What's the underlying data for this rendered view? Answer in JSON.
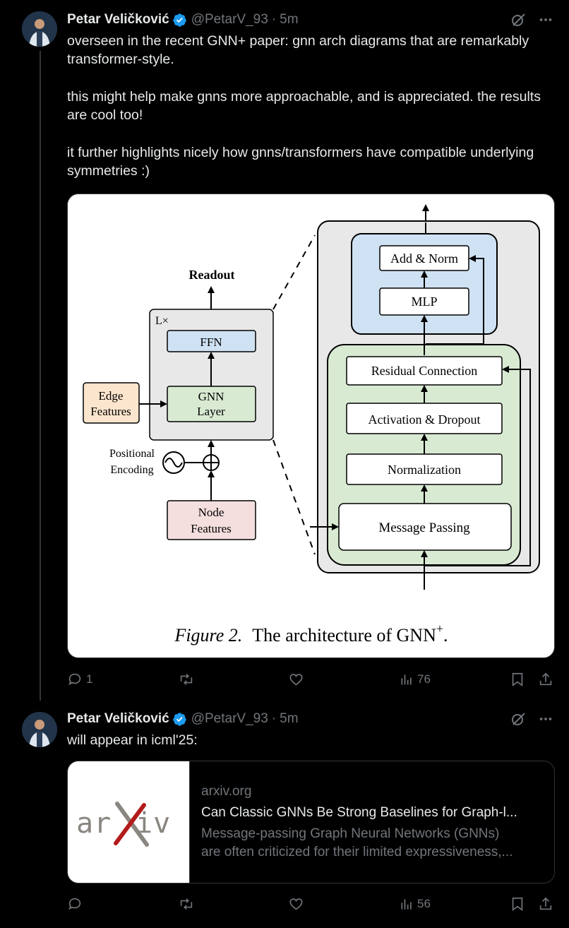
{
  "tweets": [
    {
      "author": {
        "name": "Petar Veličković",
        "handle": "@PetarV_93",
        "time": "5m"
      },
      "text": [
        "overseen in the recent GNN+ paper: gnn arch diagrams that are remarkably transformer-style.",
        "this might help make gnns more approachable, and is appreciated. the results are cool too!",
        "it further highlights nicely how gnns/transformers have compatible underlying symmetries :)"
      ],
      "figure": {
        "readout": "Readout",
        "loop_label": "L×",
        "ffn": "FFN",
        "gnn_layer": [
          "GNN",
          "Layer"
        ],
        "edge_features": [
          "Edge",
          "Features"
        ],
        "positional_encoding": [
          "Positional",
          "Encoding"
        ],
        "node_features": [
          "Node",
          "Features"
        ],
        "add_norm": "Add & Norm",
        "mlp": "MLP",
        "residual": "Residual Connection",
        "activation": "Activation & Dropout",
        "normalization": "Normalization",
        "message_passing": "Message Passing",
        "caption_italic": "Figure 2.",
        "caption_text": "The architecture of GNN",
        "caption_sup": "+",
        "caption_end": "."
      },
      "stats": {
        "replies": "1",
        "retweets": "",
        "likes": "",
        "views": "76"
      }
    },
    {
      "author": {
        "name": "Petar Veličković",
        "handle": "@PetarV_93",
        "time": "5m"
      },
      "text": "will appear in icml'25:",
      "card": {
        "logo_text": "arXiv",
        "domain": "arxiv.org",
        "title": "Can Classic GNNs Be Strong Baselines for Graph-l...",
        "description_line1": "Message-passing Graph Neural Networks (GNNs)",
        "description_line2": "are often criticized for their limited expressiveness,..."
      },
      "stats": {
        "replies": "",
        "retweets": "",
        "likes": "",
        "views": "56"
      }
    }
  ],
  "colors": {
    "background": "#000000",
    "text": "#e7e9ea",
    "muted": "#71767b",
    "verified": "#1d9bf0",
    "border": "#2f3336",
    "diagram_blue": "#cfe2f3",
    "diagram_green": "#d9ead3",
    "diagram_orange": "#fce5cd",
    "diagram_pink": "#f4dede",
    "diagram_gray": "#e8e8e8"
  },
  "icons": {
    "verified": "verified-badge-icon",
    "grok": "grok-icon",
    "more": "more-icon",
    "reply": "reply-icon",
    "retweet": "retweet-icon",
    "like": "heart-icon",
    "views": "views-icon",
    "bookmark": "bookmark-icon",
    "share": "share-icon"
  }
}
